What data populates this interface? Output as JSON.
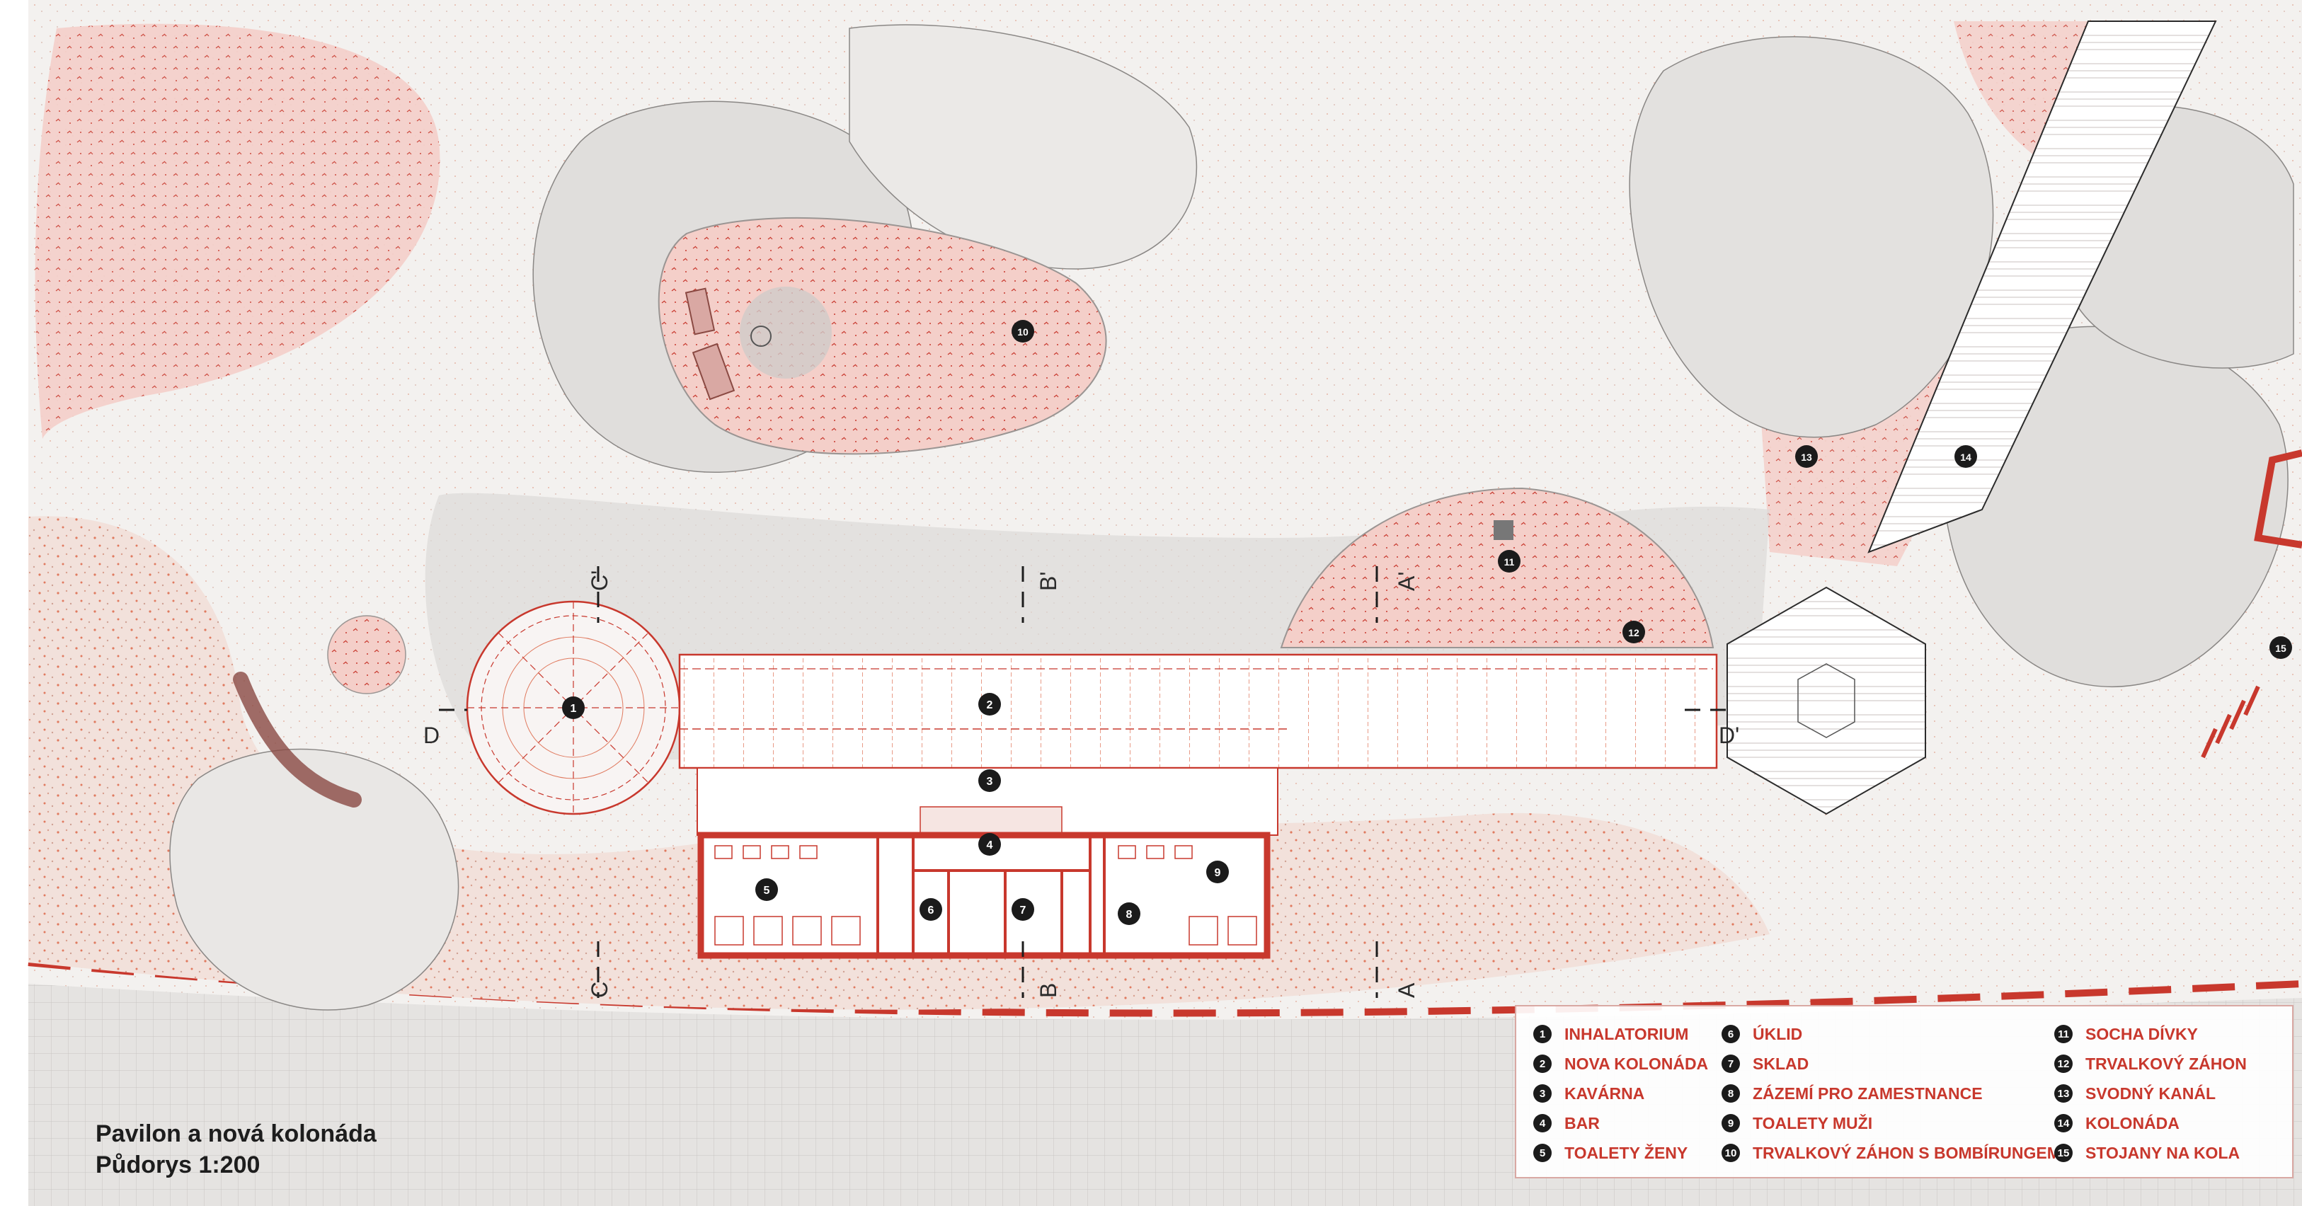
{
  "title": {
    "line1": "Pavilon a nová kolonáda",
    "line2": "Půdorys 1:200"
  },
  "section_marks": {
    "a_top": "A'",
    "a_bottom": "A",
    "b_top": "B'",
    "b_bottom": "B",
    "c_top": "C'",
    "c_bottom": "C",
    "d_left": "D",
    "d_right": "D'"
  },
  "legend": [
    {
      "num": "1",
      "label": "INHALATORIUM"
    },
    {
      "num": "2",
      "label": "NOVA KOLONÁDA"
    },
    {
      "num": "3",
      "label": "KAVÁRNA"
    },
    {
      "num": "4",
      "label": "BAR"
    },
    {
      "num": "5",
      "label": "TOALETY ŽENY"
    },
    {
      "num": "6",
      "label": "ÚKLID"
    },
    {
      "num": "7",
      "label": "SKLAD"
    },
    {
      "num": "8",
      "label": "ZÁZEMÍ PRO ZAMESTNANCE"
    },
    {
      "num": "9",
      "label": "TOALETY MUŽI"
    },
    {
      "num": "10",
      "label": "TRVALKOVÝ ZÁHON S BOMBÍRUNGEM"
    },
    {
      "num": "11",
      "label": "SOCHA DÍVKY"
    },
    {
      "num": "12",
      "label": "TRVALKOVÝ ZÁHON"
    },
    {
      "num": "13",
      "label": "SVODNÝ KANÁL"
    },
    {
      "num": "14",
      "label": "KOLONÁDA"
    },
    {
      "num": "15",
      "label": "STOJANY NA KOLA"
    }
  ],
  "markers": {
    "m1": "1",
    "m2": "2",
    "m3": "3",
    "m4": "4",
    "m5": "5",
    "m6": "6",
    "m7": "7",
    "m8": "8",
    "m9": "9",
    "m10": "10",
    "m11": "11",
    "m12": "12",
    "m13": "13",
    "m14": "14",
    "m15": "15"
  },
  "colors": {
    "accent_red": "#c8382d",
    "pink_zone": "#f2c9c4",
    "paving": "#e2e0de",
    "ground": "#f3f1ef",
    "gravel": "#efd6cf"
  }
}
